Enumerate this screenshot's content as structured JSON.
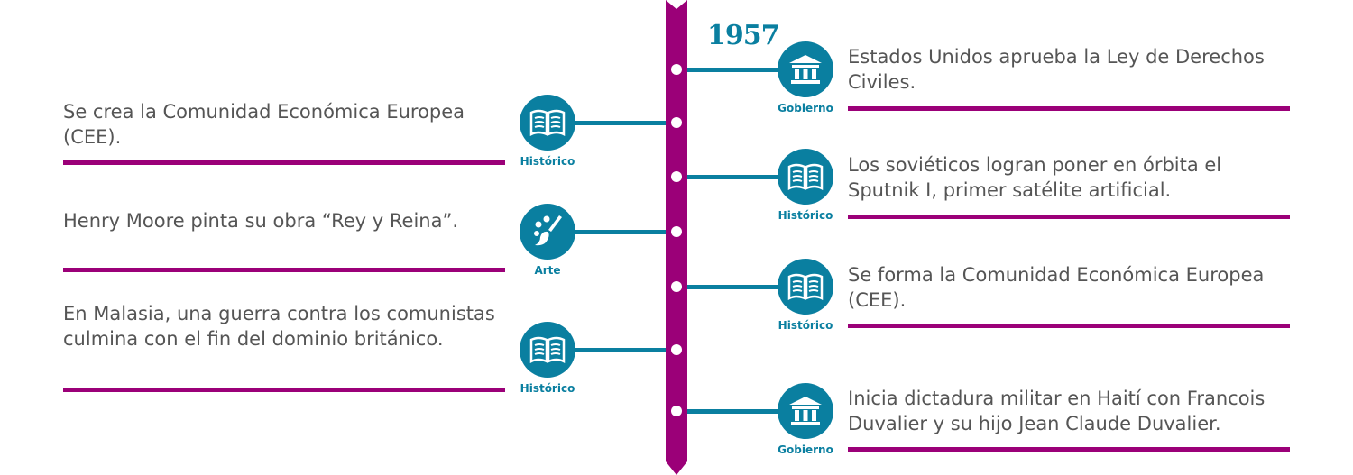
{
  "year": "1957",
  "colors": {
    "accent": "#9b0078",
    "teal": "#0a7fa0"
  },
  "left": [
    {
      "text": "Se crea la Comunidad Económica Europea (CEE).",
      "category": "Histórico",
      "icon": "book-icon"
    },
    {
      "text": "Henry Moore pinta su obra “Rey y Reina”.",
      "category": "Arte",
      "icon": "palette-icon"
    },
    {
      "text": "En Malasia, una guerra contra los comunistas culmina con el fin del dominio británico.",
      "category": "Histórico",
      "icon": "book-icon"
    }
  ],
  "right": [
    {
      "text": "Estados Unidos aprueba la Ley de Derechos Civiles.",
      "category": "Gobierno",
      "icon": "government-building-icon"
    },
    {
      "text": "Los soviéticos logran poner en órbita el Sputnik I, primer satélite artificial.",
      "category": "Histórico",
      "icon": "book-icon"
    },
    {
      "text": "Se forma la Comunidad Económica Europea (CEE).",
      "category": "Histórico",
      "icon": "book-icon"
    },
    {
      "text": "Inicia dictadura militar en Haití con Francois Duvalier y su hijo Jean Claude Duvalier.",
      "category": "Gobierno",
      "icon": "government-building-icon"
    }
  ]
}
